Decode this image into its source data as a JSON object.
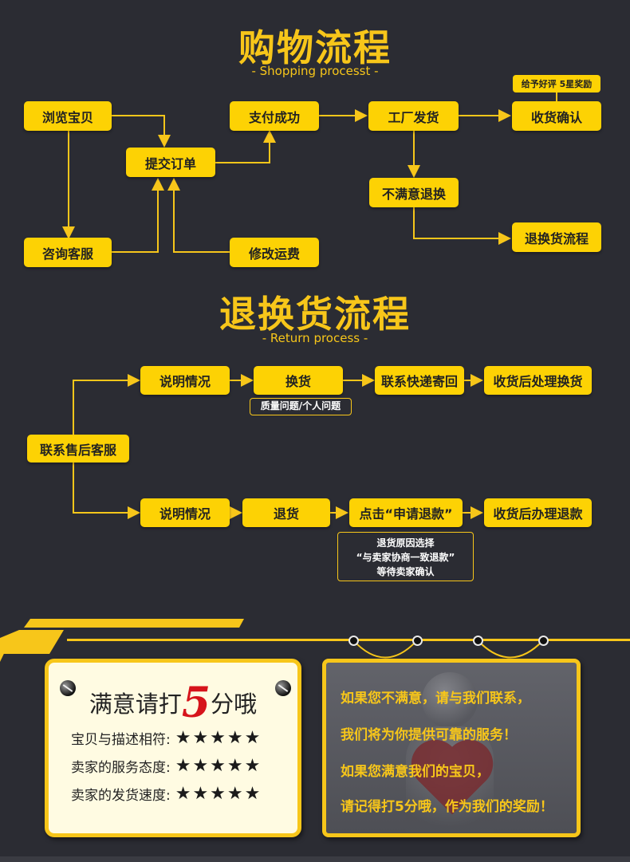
{
  "shopping": {
    "title": "购物流程",
    "subtitle": "- Shopping processt -",
    "nodes": {
      "browse": "浏览宝贝",
      "submit": "提交订单",
      "pay": "支付成功",
      "ship": "工厂发货",
      "confirm": "收货确认",
      "consult": "咨询客服",
      "modify": "修改运费",
      "unsatisfied": "不满意退换",
      "return_flow": "退换货流程"
    },
    "review_tag": "给予好评 5星奖励"
  },
  "returns": {
    "title": "退换货流程",
    "subtitle": "- Return process -",
    "nodes": {
      "contact": "联系售后客服",
      "explain_top": "说明情况",
      "exchange": "换货",
      "mail_back": "联系快递寄回",
      "process_exchange": "收货后处理换货",
      "explain_bottom": "说明情况",
      "return_goods": "退货",
      "apply_refund": "点击“申请退款”",
      "process_refund": "收货后办理退款"
    },
    "exchange_note": "质量问题/个人问题",
    "refund_note": [
      "退货原因选择",
      "“与卖家协商一致退款”",
      "等待卖家确认"
    ]
  },
  "rating_panel": {
    "title_before": "满意请打",
    "title_number": "5",
    "title_after": "分哦",
    "rows": [
      {
        "label": "宝贝与描述相符:",
        "stars": "★★★★★"
      },
      {
        "label": "卖家的服务态度:",
        "stars": "★★★★★"
      },
      {
        "label": "卖家的发货速度:",
        "stars": "★★★★★"
      }
    ]
  },
  "message_panel": {
    "lines": [
      "如果您不满意，请与我们联系，",
      "我们将为你提供可靠的服务！",
      "如果您满意我们的宝贝，",
      "请记得打5分哦，作为我们的奖励！"
    ]
  },
  "colors": {
    "background": "#2b2c33",
    "accent": "#f7c61a",
    "box": "#fdd204"
  }
}
